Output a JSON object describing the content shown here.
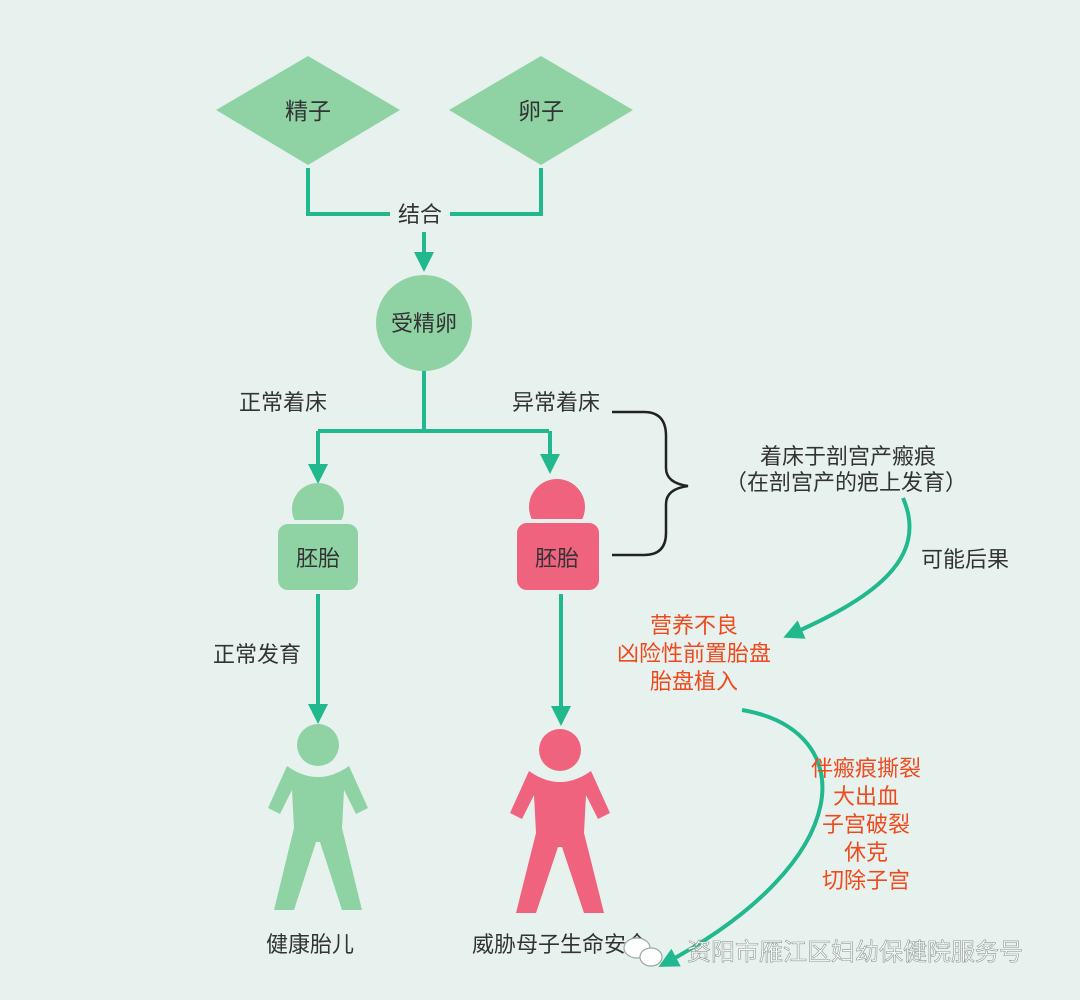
{
  "nodes": {
    "sperm": "精子",
    "egg": "卵子",
    "fertilized_egg": "受精卵",
    "embryo_normal": "胚胎",
    "embryo_abnormal": "胚胎"
  },
  "edges": {
    "combine": "结合",
    "normal_implant": "正常着床",
    "abnormal_implant": "异常着床",
    "normal_develop": "正常发育",
    "possible_results": "可能后果"
  },
  "implant_site": {
    "line1": "着床于剖宫产瘢痕",
    "line2": "（在剖宫产的疤上发育）"
  },
  "consequences_1": [
    "营养不良",
    "凶险性前置胎盘",
    "胎盘植入"
  ],
  "consequences_2": [
    "伴瘢痕撕裂",
    "大出血",
    "子宫破裂",
    "休克",
    "切除子宫"
  ],
  "outcomes": {
    "healthy": "健康胎儿",
    "threat": "威胁母子生命安全"
  },
  "watermark": "资阳市雁江区妇幼保健院服务号",
  "colors": {
    "green": "#8fd3a5",
    "arrow": "#22b88e",
    "pink": "#f0637f",
    "red_text": "#ef4a1e",
    "text": "#333333",
    "background": "#e7f2ee"
  }
}
